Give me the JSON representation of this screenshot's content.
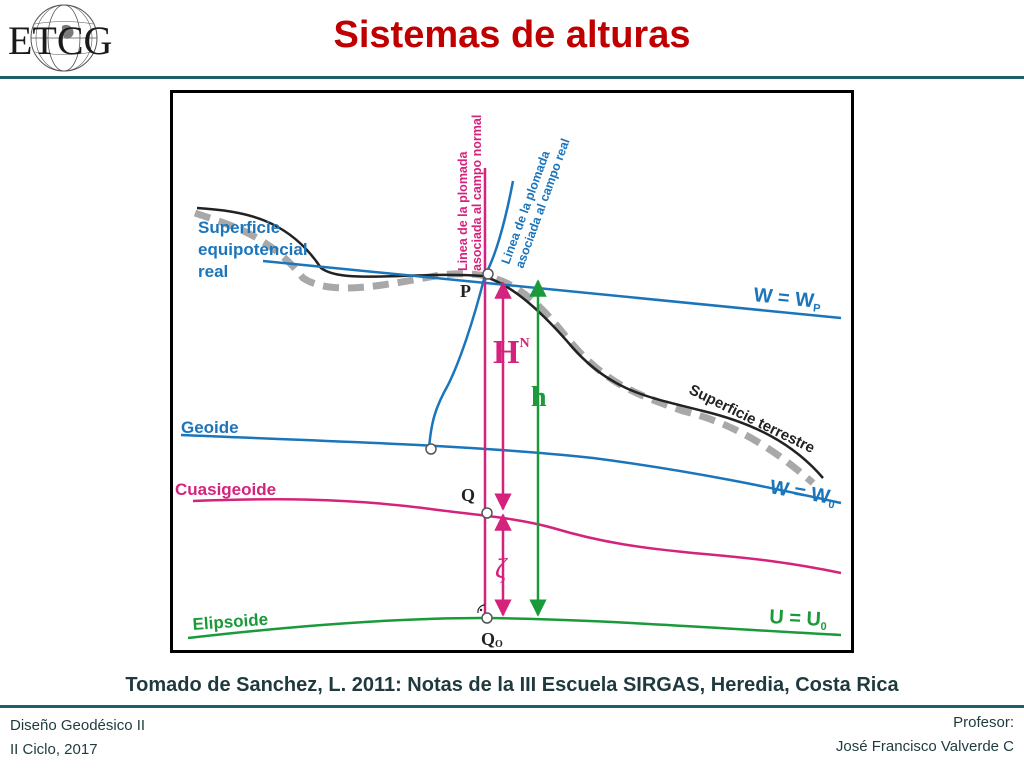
{
  "header": {
    "logo_text": "ETCG",
    "title": "Sistemas de alturas"
  },
  "figure": {
    "labels": {
      "superficie_equipotencial": [
        "Superficie",
        "equipotencial",
        "real"
      ],
      "plomada_normal": [
        "Linea de la plomada",
        "asociada al campo normal"
      ],
      "plomada_real": [
        "Linea de la plomada",
        "asociada al campo real"
      ],
      "w_wp": "W = W",
      "w_wp_sub": "P",
      "point_p": "P",
      "hn": "H",
      "hn_sup": "N",
      "h": "h",
      "superficie_terrestre": "Superficie terrestre",
      "geoide": "Geoide",
      "w_w0": "W = W",
      "w_w0_sub": "0",
      "cuasigeoide": "Cuasigeoide",
      "point_q": "Q",
      "zeta": "ζ",
      "elipsoide": "Elipsoide",
      "u_u0": "U = U",
      "u_u0_sub": "0",
      "point_q0": "Q",
      "point_q0_sub": "O"
    },
    "colors": {
      "blue": "#1b75bb",
      "magenta": "#d4237c",
      "green": "#1a9a3a",
      "gray_dash": "#a8a8a8",
      "black": "#222222"
    }
  },
  "caption": "Tomado de Sanchez, L. 2011: Notas de la III Escuela SIRGAS, Heredia, Costa Rica",
  "footer": {
    "course": "Diseño Geodésico II",
    "term": "II Ciclo, 2017",
    "professor_label": "Profesor:",
    "professor_name": "José Francisco Valverde C"
  }
}
